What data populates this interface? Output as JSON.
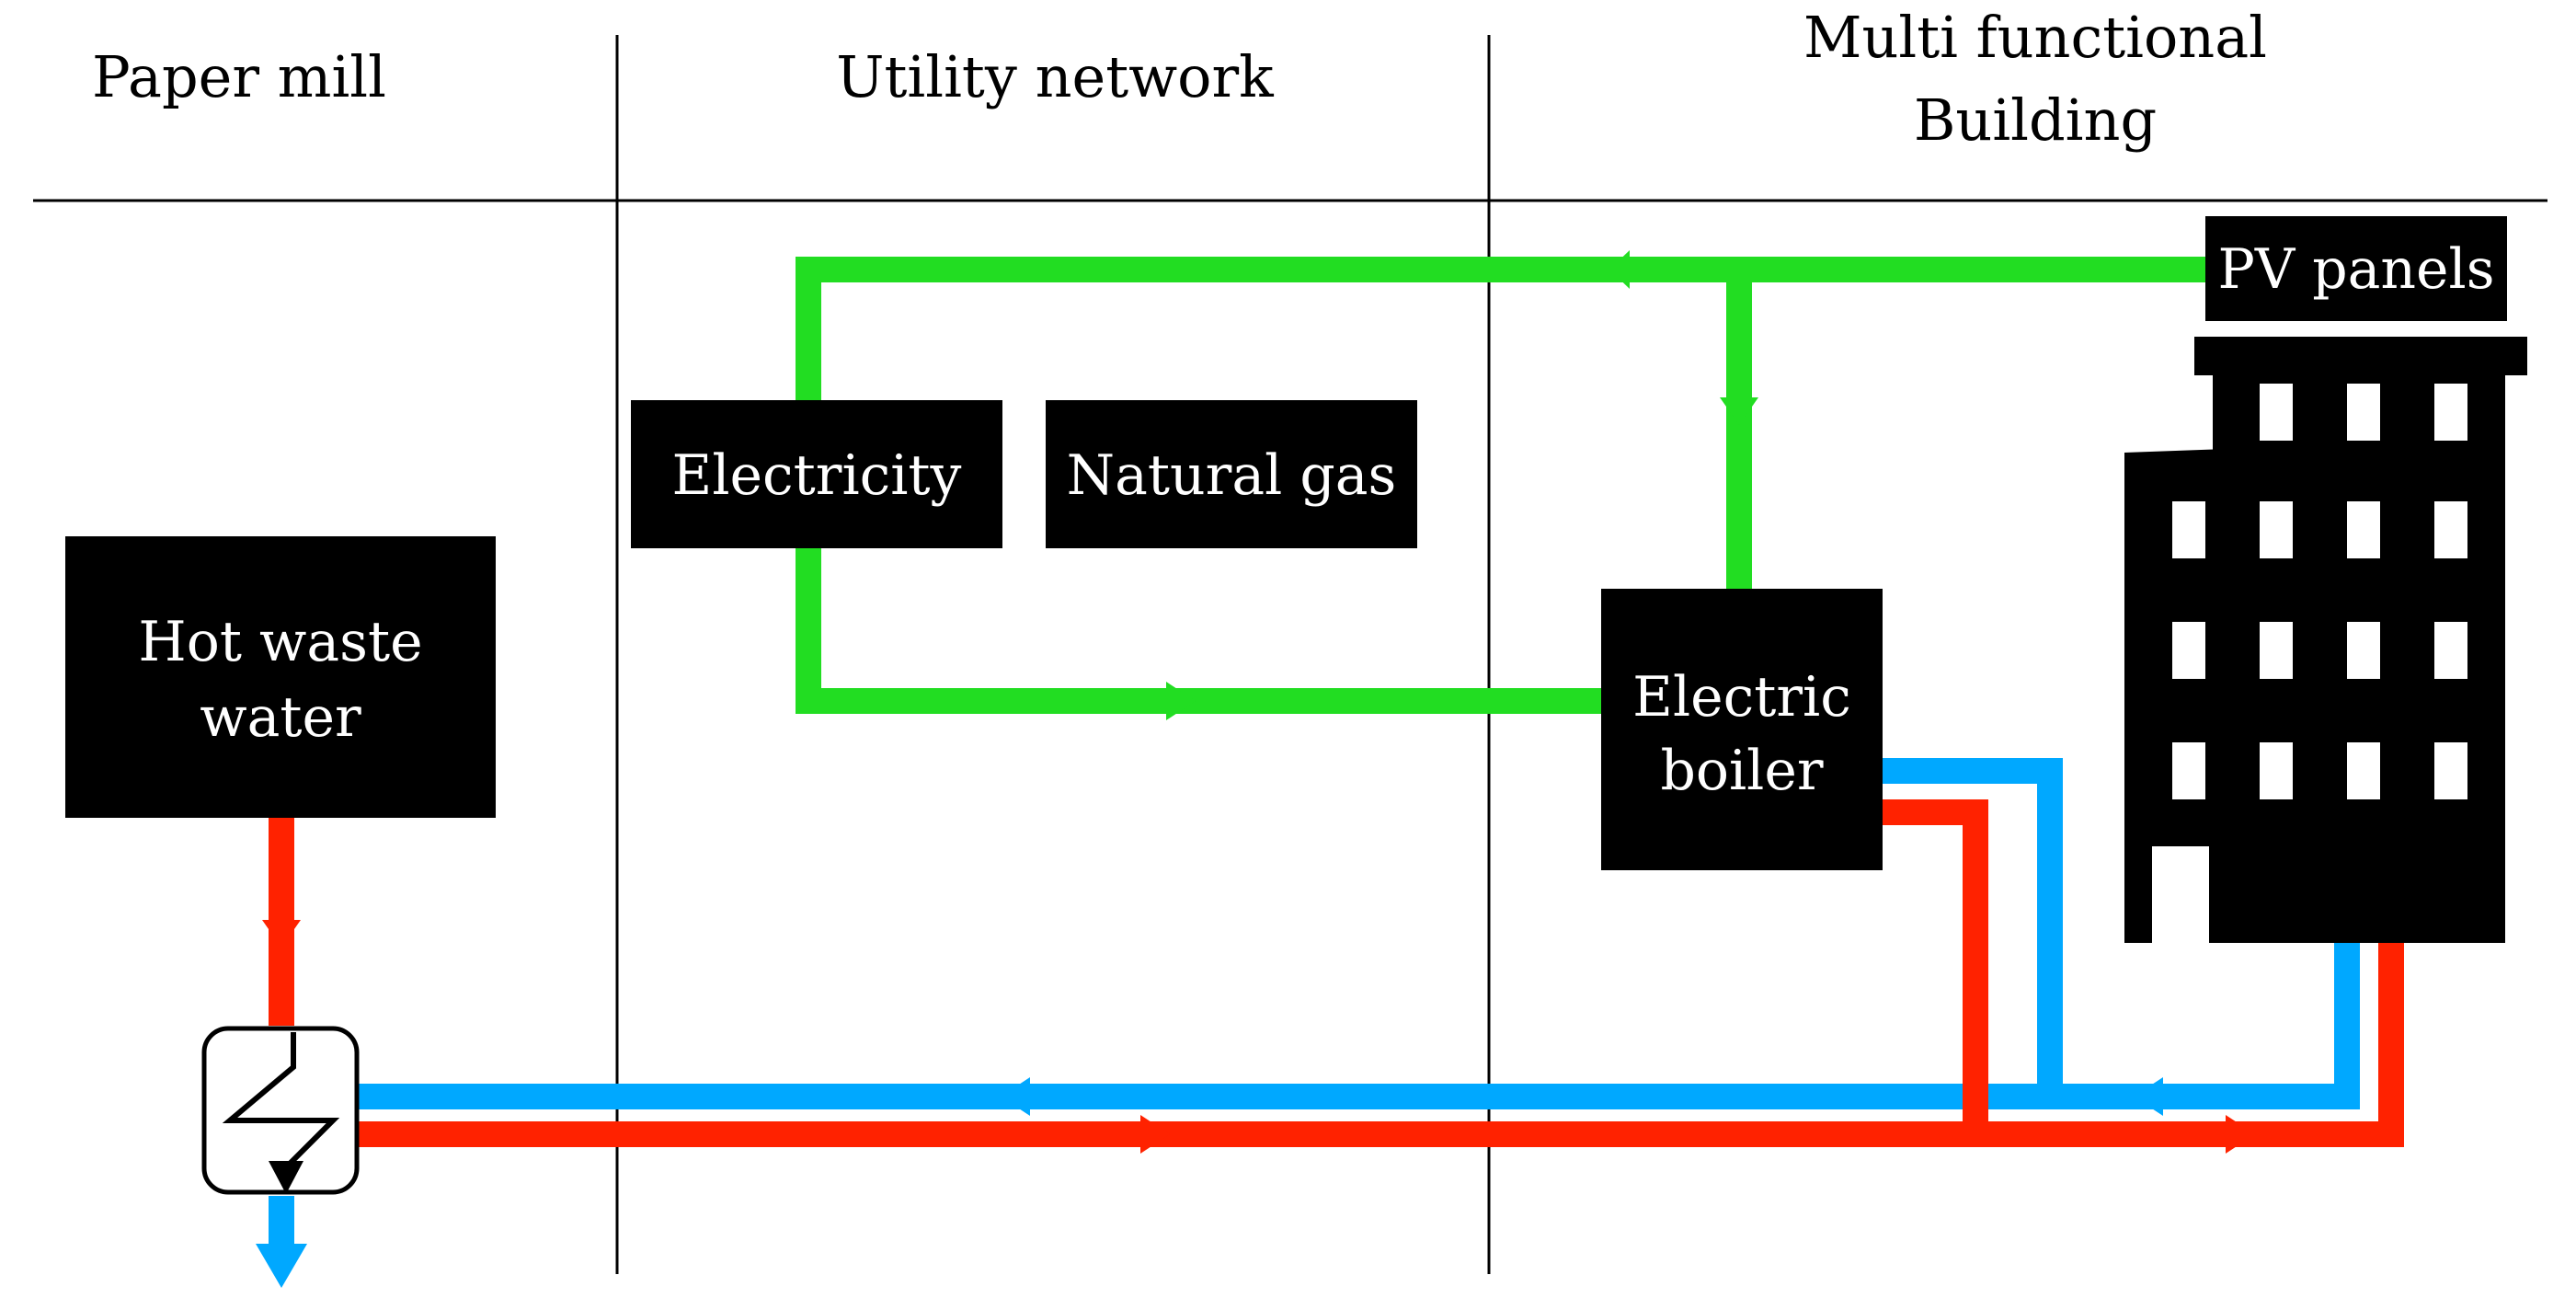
{
  "headers": {
    "paper_mill": "Paper mill",
    "utility_network": "Utility network",
    "building_line1": "Multi functional",
    "building_line2": "Building"
  },
  "nodes": {
    "pv_panels": "PV panels",
    "electricity": "Electricity",
    "natural_gas": "Natural gas",
    "hot_waste_water_line1": "Hot waste",
    "hot_waste_water_line2": "water",
    "electric_boiler_line1": "Electric",
    "electric_boiler_line2": "boiler"
  },
  "icons": {
    "heat_exchanger": "heat-exchanger-icon",
    "building": "building-icon"
  },
  "colors": {
    "electricity_flow": "#22dd22",
    "hot_flow": "#ff2200",
    "cold_flow": "#00a8ff",
    "box_fill": "#000000",
    "box_text": "#ffffff"
  }
}
